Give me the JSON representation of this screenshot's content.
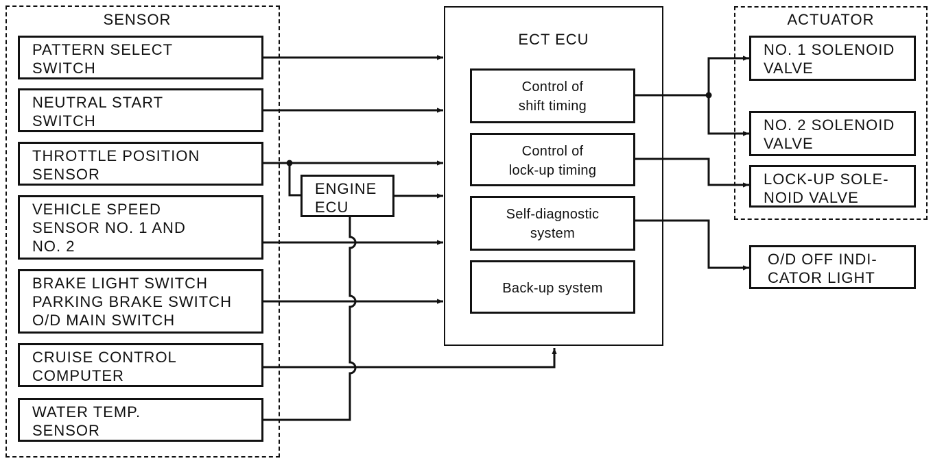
{
  "sensor_group": {
    "title": "SENSOR",
    "items": [
      {
        "label": "PATTERN SELECT\nSWITCH"
      },
      {
        "label": "NEUTRAL START\nSWITCH"
      },
      {
        "label": "THROTTLE POSITION\nSENSOR"
      },
      {
        "label": "VEHICLE SPEED\nSENSOR NO. 1 AND\nNO. 2"
      },
      {
        "label": "BRAKE LIGHT SWITCH\nPARKING BRAKE SWITCH\nO/D MAIN SWITCH"
      },
      {
        "label": "CRUISE CONTROL\nCOMPUTER"
      },
      {
        "label": "WATER TEMP.\nSENSOR"
      }
    ]
  },
  "engine_ecu": {
    "label": "ENGINE\nECU"
  },
  "ect_ecu": {
    "title": "ECT ECU",
    "functions": [
      {
        "label": "Control of\nshift timing"
      },
      {
        "label": "Control of\nlock-up timing"
      },
      {
        "label": "Self-diagnostic\nsystem"
      },
      {
        "label": "Back-up system"
      }
    ]
  },
  "actuator_group": {
    "title": "ACTUATOR",
    "items": [
      {
        "label": "NO. 1 SOLENOID\nVALVE"
      },
      {
        "label": "NO. 2 SOLENOID\nVALVE"
      },
      {
        "label": "LOCK-UP SOLE-\nNOID VALVE"
      }
    ]
  },
  "indicator": {
    "label": "O/D OFF INDI-\nCATOR LIGHT"
  }
}
